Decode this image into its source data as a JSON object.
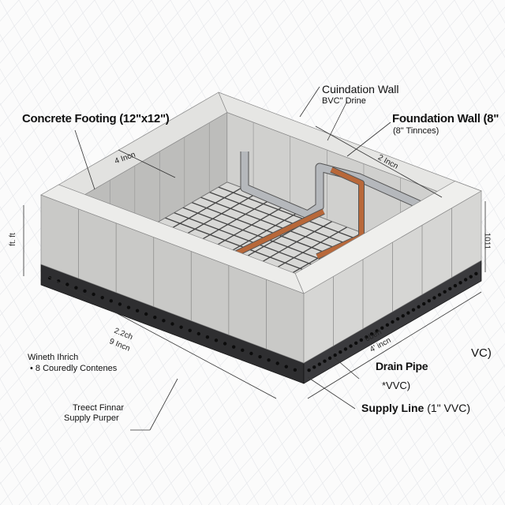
{
  "labels": {
    "concrete_footing": "Concrete Footing (12\"x12\")",
    "cuindation_wall": "Cuindation Wall",
    "bvc_drine": "BVC\" Drine",
    "foundation_wall": "Foundation Wall (8\"",
    "foundation_wall_sub": "(8\" Tinnces)",
    "drain_pipe": "Drain Pipe",
    "drain_pipe_sub": "*VVC)",
    "vc_right": "VC)",
    "supply_line_bold": "Supply Line",
    "supply_line_rest": "(1\" VVC)",
    "wineth_line1": "Wineth Ihrich",
    "wineth_line2": "• 8 Couredly Contenes",
    "treect_line1": "Treect Finnar",
    "treect_line2": "Supply Purper"
  },
  "dimensions": {
    "top_left": "4  Incn",
    "top_right": "2 Incn",
    "bottom_left_1": "2.2ch",
    "bottom_left_2": "9 Incn",
    "bottom_right_1": "6ben",
    "bottom_right_2": "4' incn",
    "left_side": "ft. ft",
    "right_side": "1011"
  },
  "colors": {
    "concrete": "#c9c9c7",
    "footing": "#2e2e30",
    "copper": "#b8683a",
    "pvc": "#b5b8bc",
    "rebar": "#444444"
  }
}
